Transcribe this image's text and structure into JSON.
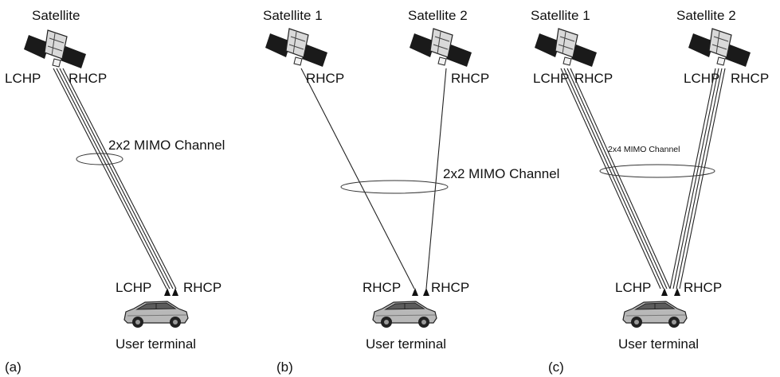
{
  "panels": [
    {
      "tag": "(a)",
      "satellites": [
        {
          "title": "Satellite",
          "pol_left": "LCHP",
          "pol_right": "RHCP"
        }
      ],
      "channel_label": "2x2 MIMO Channel",
      "terminal": {
        "pol_left": "LCHP",
        "pol_right": "RHCP",
        "label": "User terminal"
      }
    },
    {
      "tag": "(b)",
      "satellites": [
        {
          "title": "Satellite 1",
          "pol_right": "RHCP"
        },
        {
          "title": "Satellite 2",
          "pol_right": "RHCP"
        }
      ],
      "channel_label": "2x2 MIMO Channel",
      "terminal": {
        "pol_left": "RHCP",
        "pol_right": "RHCP",
        "label": "User terminal"
      }
    },
    {
      "tag": "(c)",
      "satellites": [
        {
          "title": "Satellite 1",
          "pol_left": "LCHP",
          "pol_right": "RHCP"
        },
        {
          "title": "Satellite 2",
          "pol_left": "LCHP",
          "pol_right": "RHCP"
        }
      ],
      "channel_label": "2x4 MIMO Channel",
      "terminal": {
        "pol_left": "LCHP",
        "pol_right": "RHCP",
        "label": "User terminal"
      }
    }
  ]
}
